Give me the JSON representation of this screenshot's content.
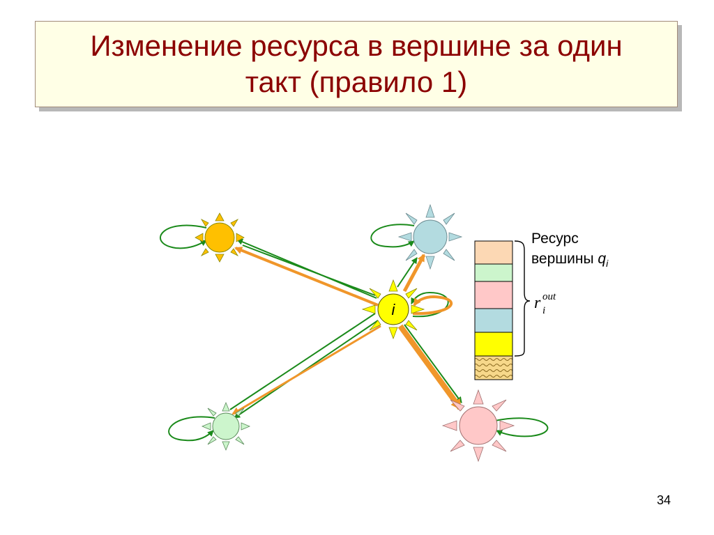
{
  "slide": {
    "title_line1": "Изменение ресурса в вершине за один",
    "title_line2": "такт (правило 1)",
    "page_number": "34"
  },
  "diagram": {
    "center_label": "i",
    "resource_label_line1": "Ресурс",
    "resource_label_line2_prefix": "вершины ",
    "resource_label_var": "q",
    "resource_label_sub": "i",
    "rout_base": "r",
    "rout_sup": "out",
    "rout_sub": "i"
  },
  "colors": {
    "title_text": "#8b0000",
    "title_bg": "#ffffe6",
    "edge_green": "#1a8a1a",
    "edge_orange": "#f0962a",
    "node_orange": "#ffc000",
    "node_yellow": "#ffff00",
    "node_blue": "#b3dbe0",
    "node_green": "#ccf5cc",
    "node_pink": "#ffc8c8",
    "stack_peach": "#fcd8b4",
    "stack_green": "#ccf5cc",
    "stack_pink": "#ffc8c8",
    "stack_blue": "#b3dbe0",
    "stack_yellow": "#ffff00",
    "stack_textured": "#f7d88a"
  }
}
